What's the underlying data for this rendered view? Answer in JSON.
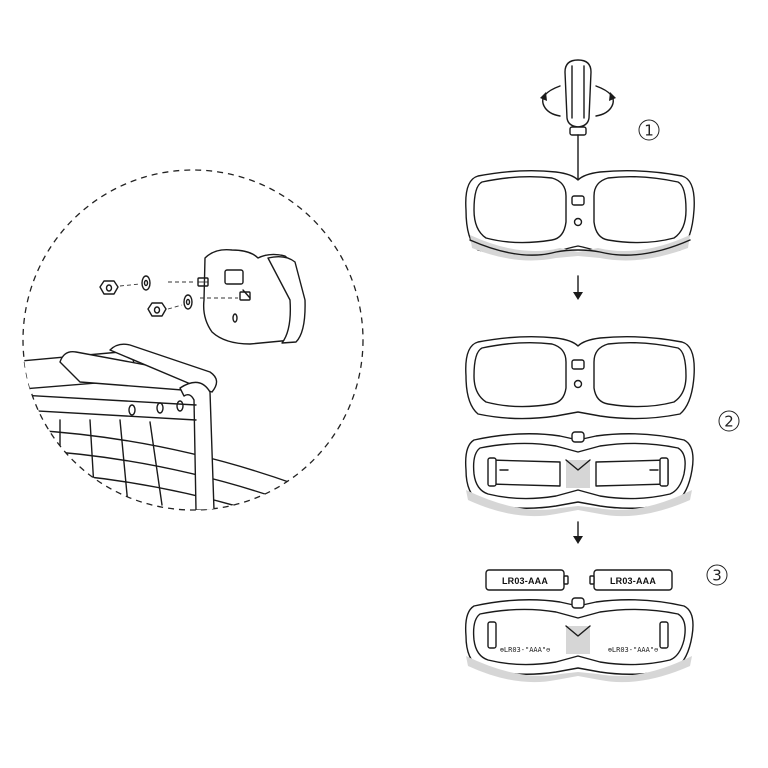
{
  "steps": [
    {
      "number": "1"
    },
    {
      "number": "2"
    },
    {
      "number": "3"
    }
  ],
  "batteries": {
    "left_label": "LR03-AAA",
    "right_label": "LR03-AAA"
  },
  "polarity": {
    "left_mark": "⊕LR03-\"AAA\"⊖",
    "right_mark": "⊕LR03-\"AAA\"⊖"
  },
  "icons": [
    "screwdriver-icon",
    "rotate-arrows-icon",
    "down-arrow-icon"
  ],
  "colors": {
    "line": "#1a1a1a",
    "shade": "#d6d6d6",
    "background": "#ffffff"
  }
}
